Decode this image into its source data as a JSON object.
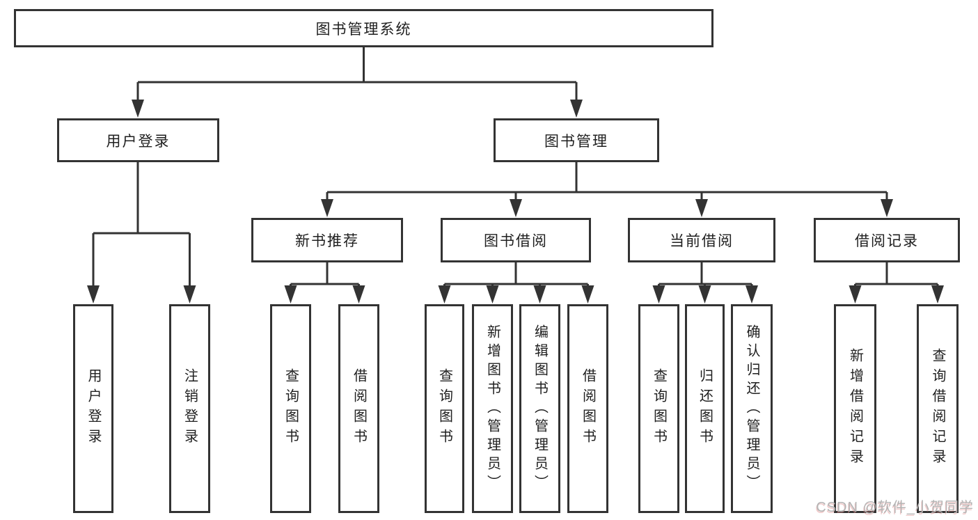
{
  "colors": {
    "line": "#333333",
    "box_border": "#333333",
    "text": "#1f1f1f",
    "background": "#ffffff",
    "watermark_gray": "#b4b4b4",
    "watermark_shadow_pink": "#de8989"
  },
  "watermark": {
    "text": "CSDN @软件_小贺同学"
  },
  "root": {
    "label": "图书管理系统",
    "children": [
      {
        "label": "用户登录",
        "children": [
          {
            "label": "用户登录"
          },
          {
            "label": "注销登录"
          }
        ]
      },
      {
        "label": "图书管理",
        "children": [
          {
            "label": "新书推荐",
            "children": [
              {
                "label": "查询图书"
              },
              {
                "label": "借阅图书"
              }
            ]
          },
          {
            "label": "图书借阅",
            "children": [
              {
                "label": "查询图书"
              },
              {
                "label": "新增图书（管理员）"
              },
              {
                "label": "编辑图书（管理员）"
              },
              {
                "label": "借阅图书"
              }
            ]
          },
          {
            "label": "当前借阅",
            "children": [
              {
                "label": "查询图书"
              },
              {
                "label": "归还图书"
              },
              {
                "label": "确认归还（管理员）"
              }
            ]
          },
          {
            "label": "借阅记录",
            "children": [
              {
                "label": "新增借阅记录"
              },
              {
                "label": "查询借阅记录"
              }
            ]
          }
        ]
      }
    ]
  }
}
